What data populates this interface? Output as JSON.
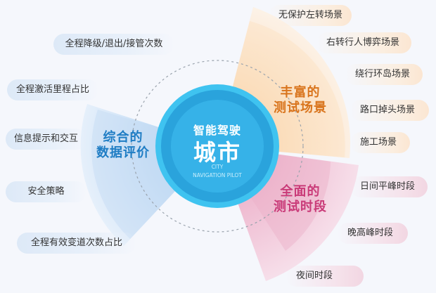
{
  "center": {
    "title_small": "智能驾驶",
    "title_large": "城市",
    "subtitle_line1": "CITY",
    "subtitle_line2": "NAVIGATION PILOT",
    "colors": {
      "outer": "#3fc0ef",
      "middle": "#2ea6de",
      "inner": "#38b3e8"
    }
  },
  "sectors": {
    "data_eval": {
      "label_line1": "综合的",
      "label_line2": "数据评价",
      "color": "#1f7dc4",
      "items": [
        "全程降级/退出/接管次数",
        "全程激活里程占比",
        "信息提示和交互",
        "安全策略",
        "全程有效变道次数占比"
      ]
    },
    "scenarios": {
      "label_line1": "丰富的",
      "label_line2": "测试场景",
      "color": "#d9741c",
      "items": [
        "无保护左转场景",
        "右转行人博弈场景",
        "绕行环岛场景",
        "路口掉头场景",
        "施工场景"
      ]
    },
    "time_periods": {
      "label_line1": "全面的",
      "label_line2": "测试时段",
      "color": "#c93a78",
      "items": [
        "日间平峰时段",
        "晚高峰时段",
        "夜间时段"
      ]
    }
  }
}
